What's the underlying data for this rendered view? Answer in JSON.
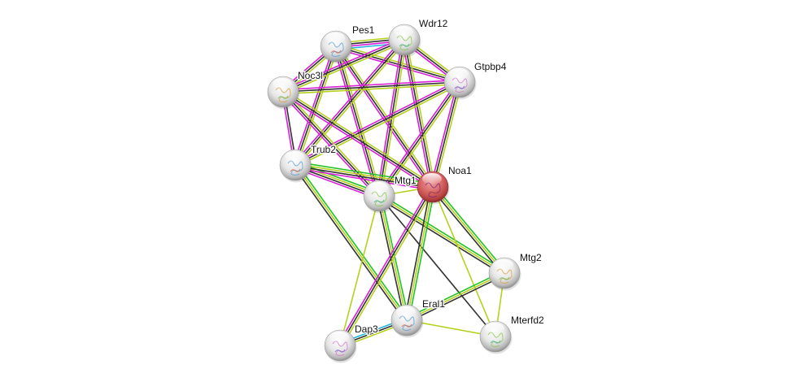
{
  "diagram": {
    "type": "protein-interaction-network",
    "colors": {
      "background": "#ffffff",
      "query_node": "#d24a4a",
      "node": "#d8d8d8",
      "evidence": {
        "experiments": "#d91ed9",
        "coexpression": "#333333",
        "textmining": "#b5d11e",
        "neighborhood": "#22c322",
        "database": "#1eb4e0"
      }
    },
    "nodes": [
      {
        "id": "Pes1",
        "label": "Pes1",
        "query": false
      },
      {
        "id": "Wdr12",
        "label": "Wdr12",
        "query": false
      },
      {
        "id": "Gtpbp4",
        "label": "Gtpbp4",
        "query": false
      },
      {
        "id": "Noc3l",
        "label": "Noc3l",
        "query": false
      },
      {
        "id": "Trub2",
        "label": "Trub2",
        "query": false
      },
      {
        "id": "Mtg1",
        "label": "Mtg1",
        "query": false
      },
      {
        "id": "Noa1",
        "label": "Noa1",
        "query": true
      },
      {
        "id": "Mtg2",
        "label": "Mtg2",
        "query": false
      },
      {
        "id": "Eral1",
        "label": "Eral1",
        "query": false
      },
      {
        "id": "Mterfd2",
        "label": "Mterfd2",
        "query": false
      },
      {
        "id": "Dap3",
        "label": "Dap3",
        "query": false
      }
    ],
    "edges": [
      {
        "source": "Pes1",
        "target": "Wdr12",
        "evidence": [
          "textmining",
          "coexpression",
          "experiments",
          "database"
        ]
      },
      {
        "source": "Pes1",
        "target": "Gtpbp4",
        "evidence": [
          "textmining",
          "coexpression",
          "experiments"
        ]
      },
      {
        "source": "Pes1",
        "target": "Noc3l",
        "evidence": [
          "textmining",
          "coexpression",
          "experiments"
        ]
      },
      {
        "source": "Pes1",
        "target": "Trub2",
        "evidence": [
          "textmining",
          "coexpression",
          "experiments"
        ]
      },
      {
        "source": "Pes1",
        "target": "Mtg1",
        "evidence": [
          "textmining",
          "coexpression",
          "experiments"
        ]
      },
      {
        "source": "Pes1",
        "target": "Noa1",
        "evidence": [
          "textmining",
          "coexpression",
          "experiments"
        ]
      },
      {
        "source": "Wdr12",
        "target": "Gtpbp4",
        "evidence": [
          "textmining",
          "coexpression",
          "experiments"
        ]
      },
      {
        "source": "Wdr12",
        "target": "Noc3l",
        "evidence": [
          "textmining",
          "coexpression",
          "experiments"
        ]
      },
      {
        "source": "Wdr12",
        "target": "Trub2",
        "evidence": [
          "textmining",
          "coexpression",
          "experiments"
        ]
      },
      {
        "source": "Wdr12",
        "target": "Mtg1",
        "evidence": [
          "textmining",
          "coexpression",
          "experiments"
        ]
      },
      {
        "source": "Wdr12",
        "target": "Noa1",
        "evidence": [
          "textmining",
          "coexpression",
          "experiments"
        ]
      },
      {
        "source": "Gtpbp4",
        "target": "Noc3l",
        "evidence": [
          "textmining",
          "coexpression",
          "experiments"
        ]
      },
      {
        "source": "Gtpbp4",
        "target": "Trub2",
        "evidence": [
          "textmining",
          "coexpression",
          "experiments"
        ]
      },
      {
        "source": "Gtpbp4",
        "target": "Mtg1",
        "evidence": [
          "textmining",
          "coexpression",
          "experiments"
        ]
      },
      {
        "source": "Gtpbp4",
        "target": "Noa1",
        "evidence": [
          "textmining",
          "coexpression",
          "experiments"
        ]
      },
      {
        "source": "Noc3l",
        "target": "Trub2",
        "evidence": [
          "coexpression",
          "experiments"
        ]
      },
      {
        "source": "Noc3l",
        "target": "Mtg1",
        "evidence": [
          "textmining",
          "coexpression",
          "experiments"
        ]
      },
      {
        "source": "Noc3l",
        "target": "Noa1",
        "evidence": [
          "textmining",
          "coexpression",
          "experiments"
        ]
      },
      {
        "source": "Trub2",
        "target": "Mtg1",
        "evidence": [
          "neighborhood",
          "textmining",
          "coexpression",
          "experiments"
        ]
      },
      {
        "source": "Trub2",
        "target": "Noa1",
        "evidence": [
          "neighborhood",
          "textmining",
          "coexpression",
          "experiments"
        ]
      },
      {
        "source": "Trub2",
        "target": "Eral1",
        "evidence": [
          "neighborhood",
          "textmining",
          "coexpression"
        ]
      },
      {
        "source": "Mtg1",
        "target": "Noa1",
        "evidence": [
          "textmining"
        ]
      },
      {
        "source": "Mtg1",
        "target": "Eral1",
        "evidence": [
          "neighborhood",
          "textmining",
          "coexpression"
        ]
      },
      {
        "source": "Mtg1",
        "target": "Mtg2",
        "evidence": [
          "neighborhood",
          "textmining",
          "coexpression"
        ]
      },
      {
        "source": "Mtg1",
        "target": "Mterfd2",
        "evidence": [
          "coexpression"
        ]
      },
      {
        "source": "Noa1",
        "target": "Eral1",
        "evidence": [
          "neighborhood",
          "textmining",
          "coexpression"
        ]
      },
      {
        "source": "Noa1",
        "target": "Mtg2",
        "evidence": [
          "neighborhood",
          "textmining",
          "coexpression"
        ]
      },
      {
        "source": "Noa1",
        "target": "Mterfd2",
        "evidence": [
          "textmining"
        ]
      },
      {
        "source": "Noa1",
        "target": "Dap3",
        "evidence": [
          "textmining",
          "coexpression",
          "experiments"
        ]
      },
      {
        "source": "Mtg1",
        "target": "Dap3",
        "evidence": [
          "textmining"
        ]
      },
      {
        "source": "Eral1",
        "target": "Mtg2",
        "evidence": [
          "neighborhood",
          "textmining",
          "coexpression"
        ]
      },
      {
        "source": "Eral1",
        "target": "Mterfd2",
        "evidence": [
          "textmining"
        ]
      },
      {
        "source": "Eral1",
        "target": "Dap3",
        "evidence": [
          "textmining",
          "coexpression",
          "database"
        ]
      },
      {
        "source": "Mtg2",
        "target": "Mterfd2",
        "evidence": [
          "textmining"
        ]
      }
    ]
  }
}
